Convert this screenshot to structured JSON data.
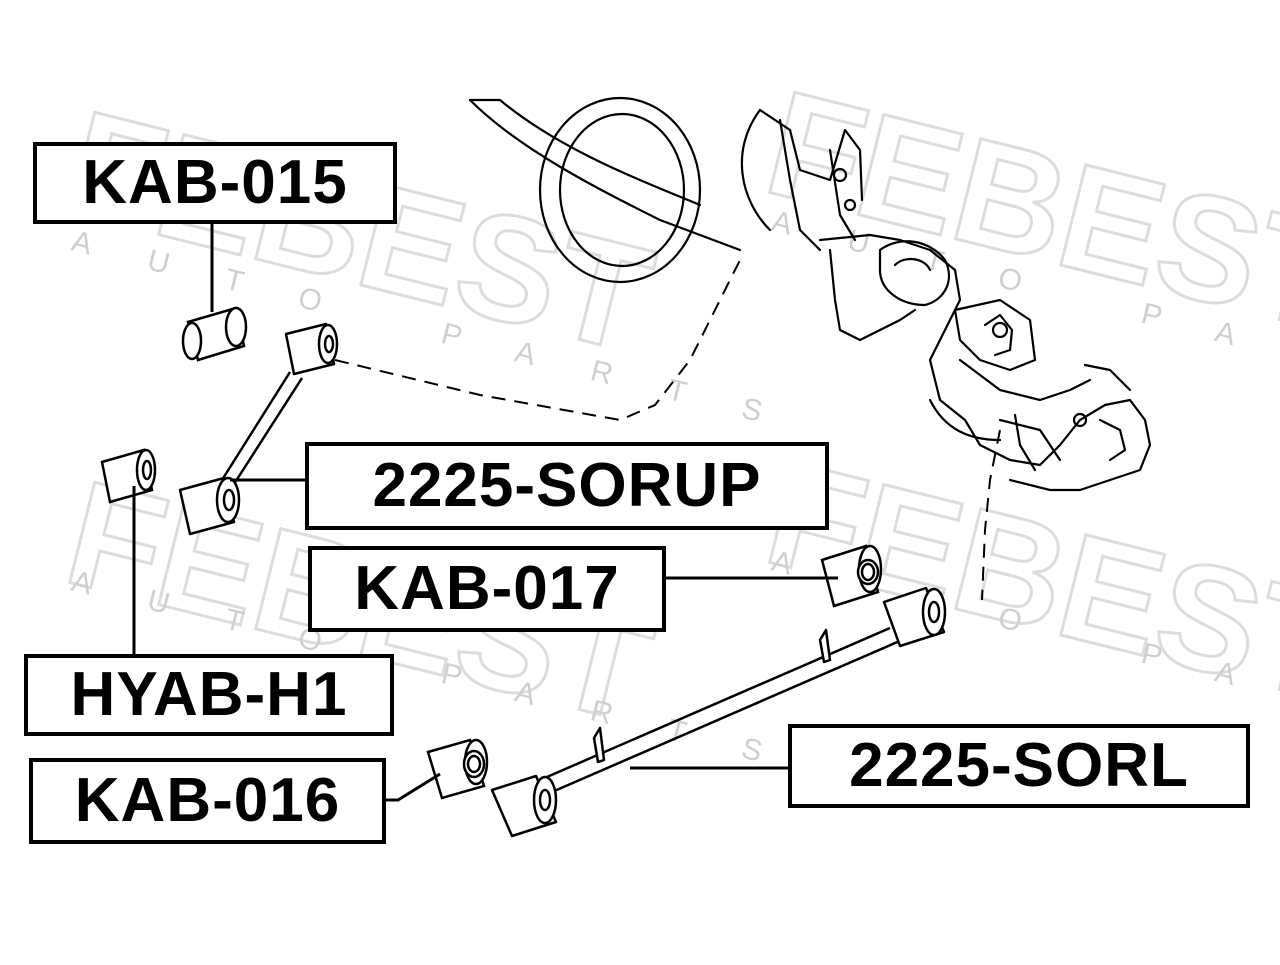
{
  "watermark": {
    "brand": "FEBEST",
    "tagline": "AUTO PARTS"
  },
  "parts": [
    {
      "id": "kab015",
      "code": "KAB-015"
    },
    {
      "id": "2225sorup",
      "code": "2225-SORUP"
    },
    {
      "id": "kab017",
      "code": "KAB-017"
    },
    {
      "id": "hyabh1",
      "code": "HYAB-H1"
    },
    {
      "id": "kab016",
      "code": "KAB-016"
    },
    {
      "id": "2225sorl",
      "code": "2225-SORL"
    }
  ],
  "colors": {
    "line": "#000000",
    "watermark": "#d9d9d9",
    "background": "#ffffff"
  }
}
